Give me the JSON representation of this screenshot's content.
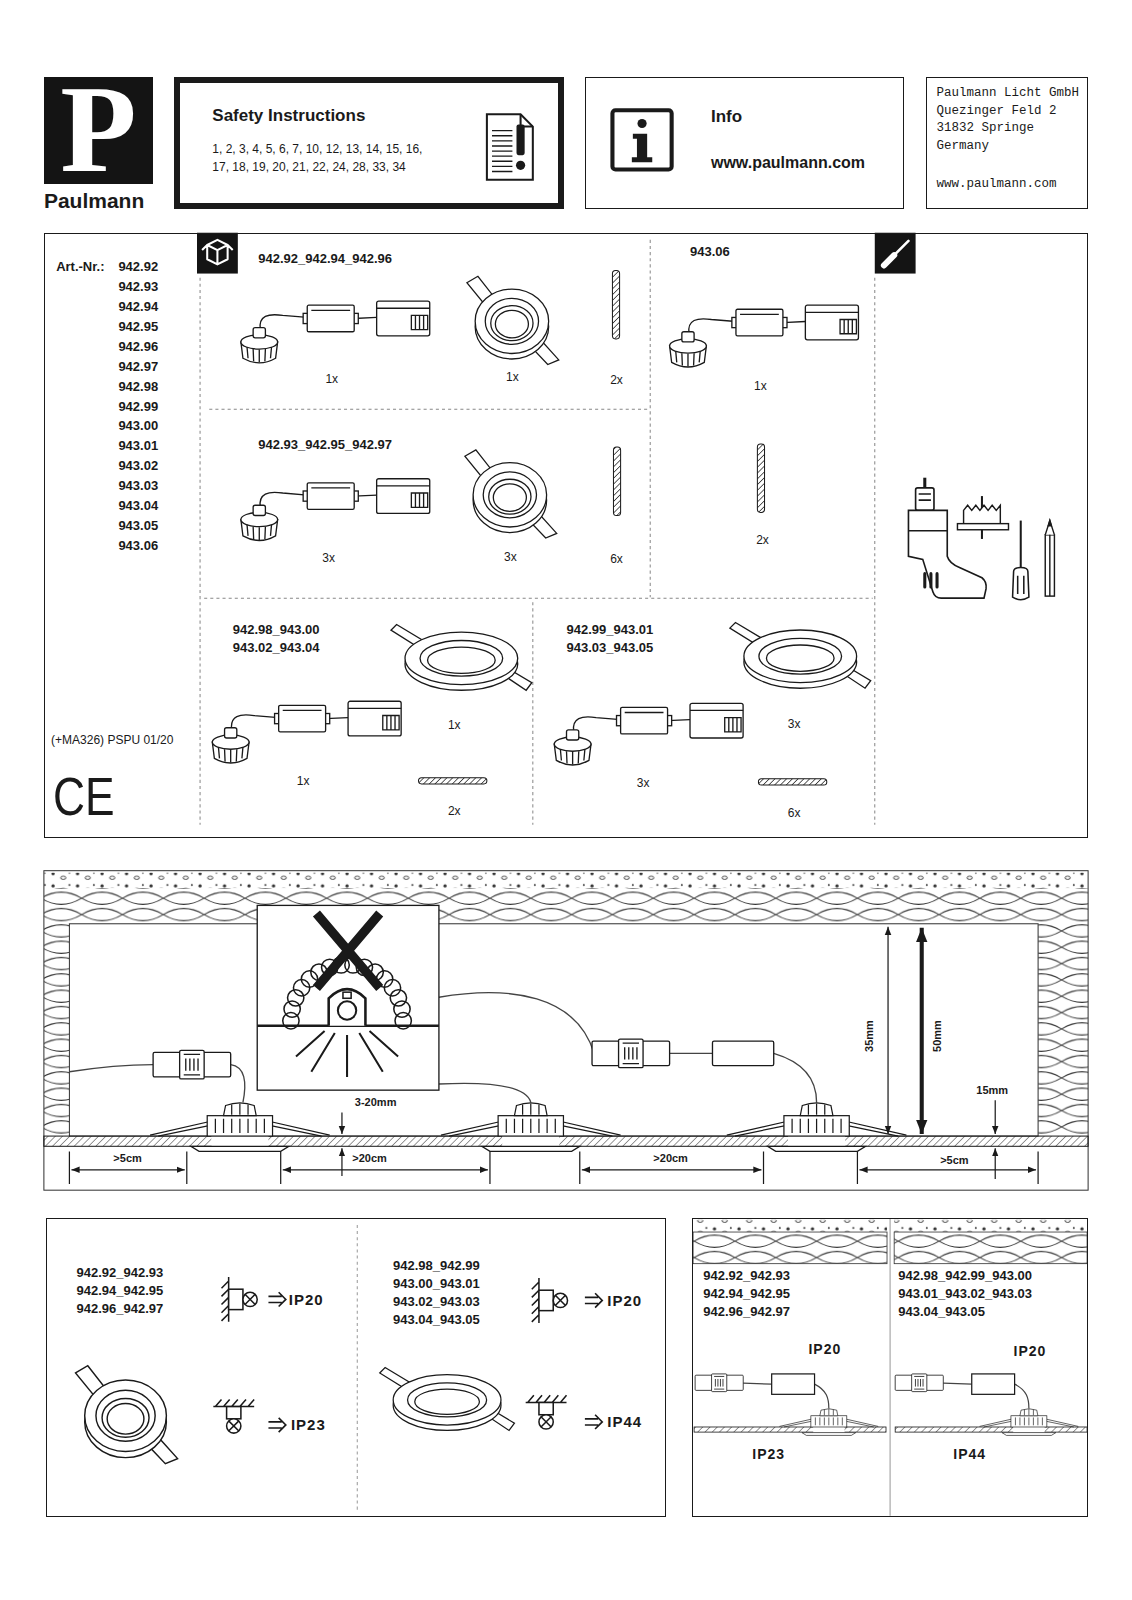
{
  "diagram": {
    "nodes": [
      {
        "text": [
          "P",
          "Paulmann"
        ]
      },
      {
        "text": [
          "Safety Instructions",
          "1, 2, 3, 4, 5, 6, 7, 10, 12, 13, 14, 15, 16, 17, 18, 19, 20, 21, 22, 24, 28, 33, 34"
        ]
      },
      {
        "text": [
          "Info",
          "www.paulmann.com"
        ]
      },
      {
        "text": [
          "Paulmann Licht GmbH Quezinger Feld 2 31832 Springe Germany",
          "www.paulmann.com"
        ]
      },
      {
        "text": [
          "Art.-Nr.:",
          "942.92 942.93 942.94 942.95 942.96 942.97 942.98 942.99 943.00 943.01 943.02 943.03 943.04 943.05 943.06",
          "(+MA326) PSPU 01/20",
          "CE"
        ]
      },
      {
        "text": [
          "942.92_942.94_942.96",
          "1x",
          "1x",
          "2x"
        ],
        "in": 4
      },
      {
        "text": [
          "943.06",
          "1x",
          "2x"
        ],
        "in": 4
      },
      {
        "text": [
          "942.93_942.95_942.97",
          "3x",
          "3x",
          "6x"
        ],
        "in": 4
      },
      {
        "text": [
          "942.98_943.00 943.02_943.04",
          "1x",
          "1x",
          "2x"
        ],
        "in": 4
      },
      {
        "text": [
          "942.99_943.01 943.03_943.05",
          "3x",
          "3x",
          "6x"
        ],
        "in": 4
      },
      {
        "text": [
          "942.92_942.93 942.94_942.95 942.96_942.97",
          "IP20",
          "IP23",
          "942.98_942.99 943.00_943.01 943.02_943.03 943.04_943.05",
          "IP20",
          "IP44"
        ]
      },
      {
        "text": [
          "942.92_942.93 942.94_942.95 942.96_942.97",
          "IP20",
          "IP23",
          "942.98_942.99_943.00 943.01_943.02_943.03 943.04_943.05",
          "IP20",
          "IP44"
        ]
      }
    ],
    "labels": [
      "35mm",
      "50mm",
      "15mm",
      "3-20mm",
      ">5cm",
      ">20cm",
      ">20cm",
      ">5cm"
    ]
  }
}
